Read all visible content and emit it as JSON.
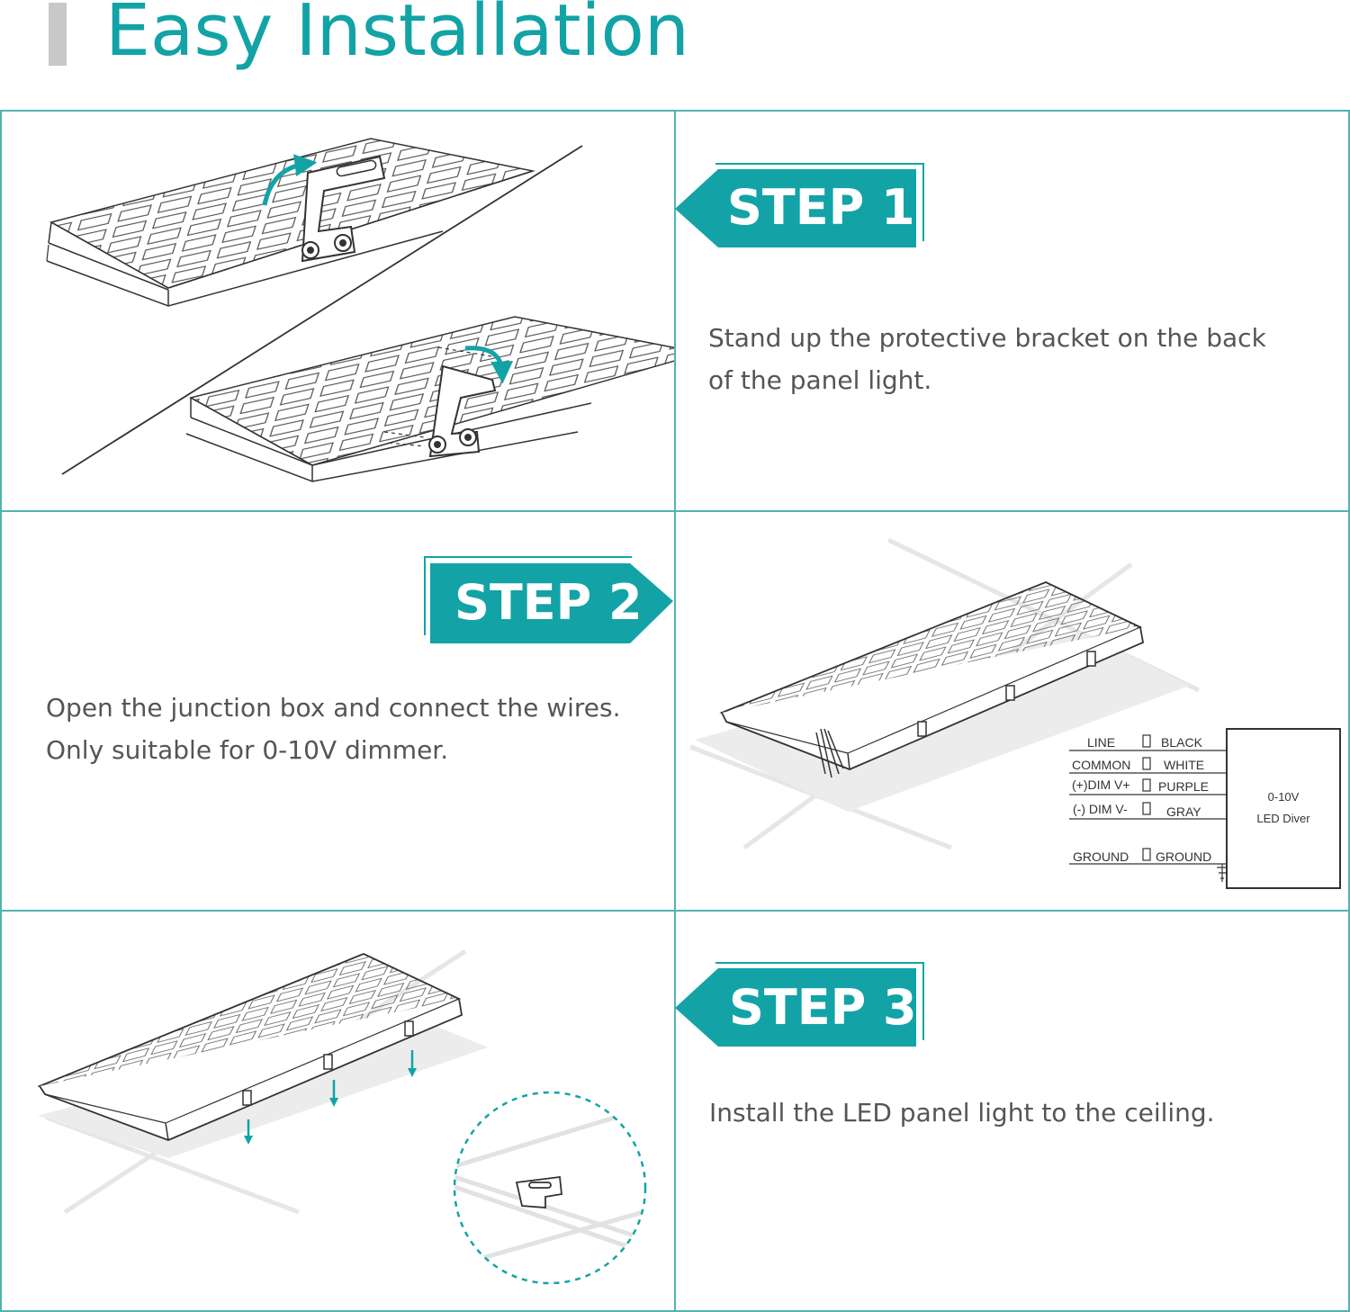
{
  "title": "Easy Installation",
  "colors": {
    "accent": "#13a3a6",
    "cell_border": "#4fb3b3",
    "text": "#555555",
    "title_bar": "#c8c8c8"
  },
  "steps": [
    {
      "label": "STEP 1",
      "description": [
        "Stand up the protective bracket on the back",
        "of the panel light."
      ]
    },
    {
      "label": "STEP 2",
      "description": [
        "Open the junction box and connect the wires.",
        "Only suitable for 0-10V dimmer."
      ]
    },
    {
      "label": "STEP 3",
      "description": [
        "Install the LED panel light to the ceiling."
      ]
    }
  ],
  "wiring": {
    "rows": [
      {
        "left": "LINE",
        "right": "BLACK"
      },
      {
        "left": "COMMON",
        "right": "WHITE"
      },
      {
        "left": "(+)DIM V+",
        "right": "PURPLE"
      },
      {
        "left": "(-) DIM V-",
        "right": "GRAY"
      },
      {
        "left": "GROUND",
        "right": "GROUND"
      }
    ],
    "driver": [
      "0-10V",
      "LED Diver"
    ]
  }
}
